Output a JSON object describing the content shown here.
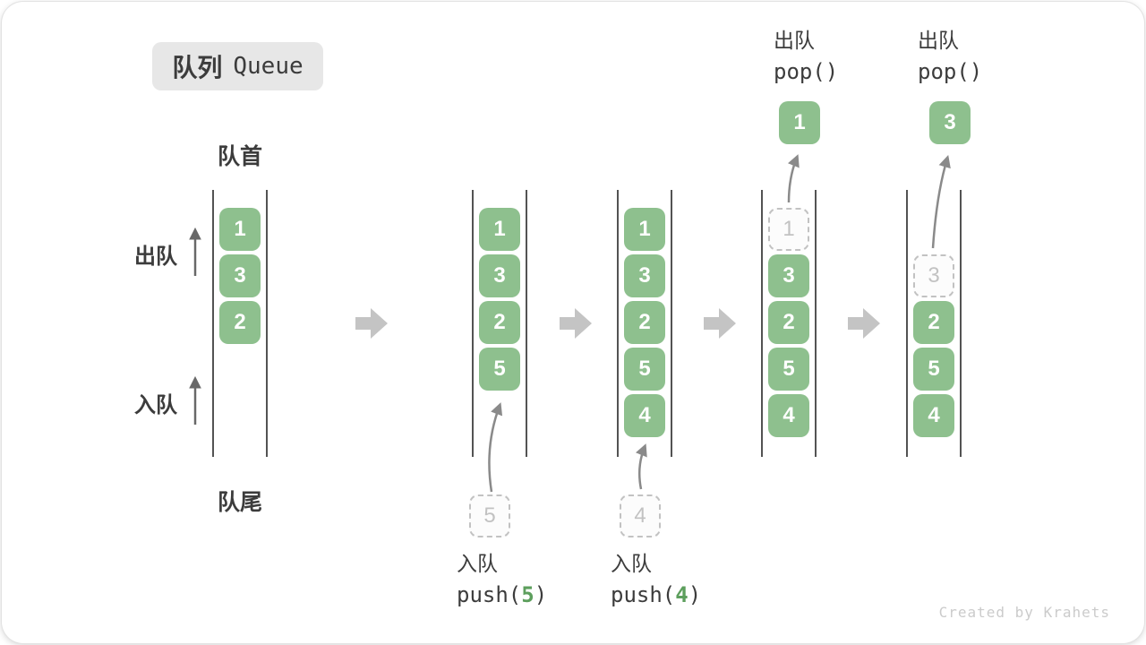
{
  "title": {
    "zh": "队列",
    "en": "Queue"
  },
  "labels": {
    "front": "队首",
    "rear": "队尾",
    "dequeue_side": "出队",
    "enqueue_side": "入队"
  },
  "states": [
    {
      "name": "initial",
      "slots": [
        {
          "value": "1",
          "style": "solid"
        },
        {
          "value": "3",
          "style": "solid"
        },
        {
          "value": "2",
          "style": "solid"
        }
      ]
    },
    {
      "name": "after-push-5",
      "slots": [
        {
          "value": "1",
          "style": "solid"
        },
        {
          "value": "3",
          "style": "solid"
        },
        {
          "value": "2",
          "style": "solid"
        },
        {
          "value": "5",
          "style": "solid"
        }
      ],
      "incoming": "5",
      "operation": {
        "zh": "入队",
        "fn": "push(",
        "arg": "5",
        "close": ")"
      }
    },
    {
      "name": "after-push-4",
      "slots": [
        {
          "value": "1",
          "style": "solid"
        },
        {
          "value": "3",
          "style": "solid"
        },
        {
          "value": "2",
          "style": "solid"
        },
        {
          "value": "5",
          "style": "solid"
        },
        {
          "value": "4",
          "style": "solid"
        }
      ],
      "incoming": "4",
      "operation": {
        "zh": "入队",
        "fn": "push(",
        "arg": "4",
        "close": ")"
      }
    },
    {
      "name": "after-pop-1",
      "slots": [
        {
          "value": "1",
          "style": "dashed"
        },
        {
          "value": "3",
          "style": "solid"
        },
        {
          "value": "2",
          "style": "solid"
        },
        {
          "value": "5",
          "style": "solid"
        },
        {
          "value": "4",
          "style": "solid"
        }
      ],
      "popped": "1",
      "operation": {
        "zh": "出队",
        "fn": "pop(",
        "arg": "",
        "close": ")"
      }
    },
    {
      "name": "after-pop-3",
      "slots": [
        {
          "value": "3",
          "style": "dashed"
        },
        {
          "value": "2",
          "style": "solid"
        },
        {
          "value": "5",
          "style": "solid"
        },
        {
          "value": "4",
          "style": "solid"
        }
      ],
      "popped": "3",
      "operation": {
        "zh": "出队",
        "fn": "pop(",
        "arg": "",
        "close": ")"
      }
    }
  ],
  "watermark": "Created by Krahets",
  "colors": {
    "accent_green": "#8ec08e",
    "code_green": "#5d9f5d",
    "text_dark": "#3c3c3c",
    "line_dark": "#535353",
    "dashed_gray": "#c2c2c2",
    "flow_arrow_gray": "#c4c4c4",
    "curve_arrow_gray": "#8a8a8a",
    "badge_bg": "#e7e7e7",
    "watermark_gray": "#cbcbcb"
  }
}
